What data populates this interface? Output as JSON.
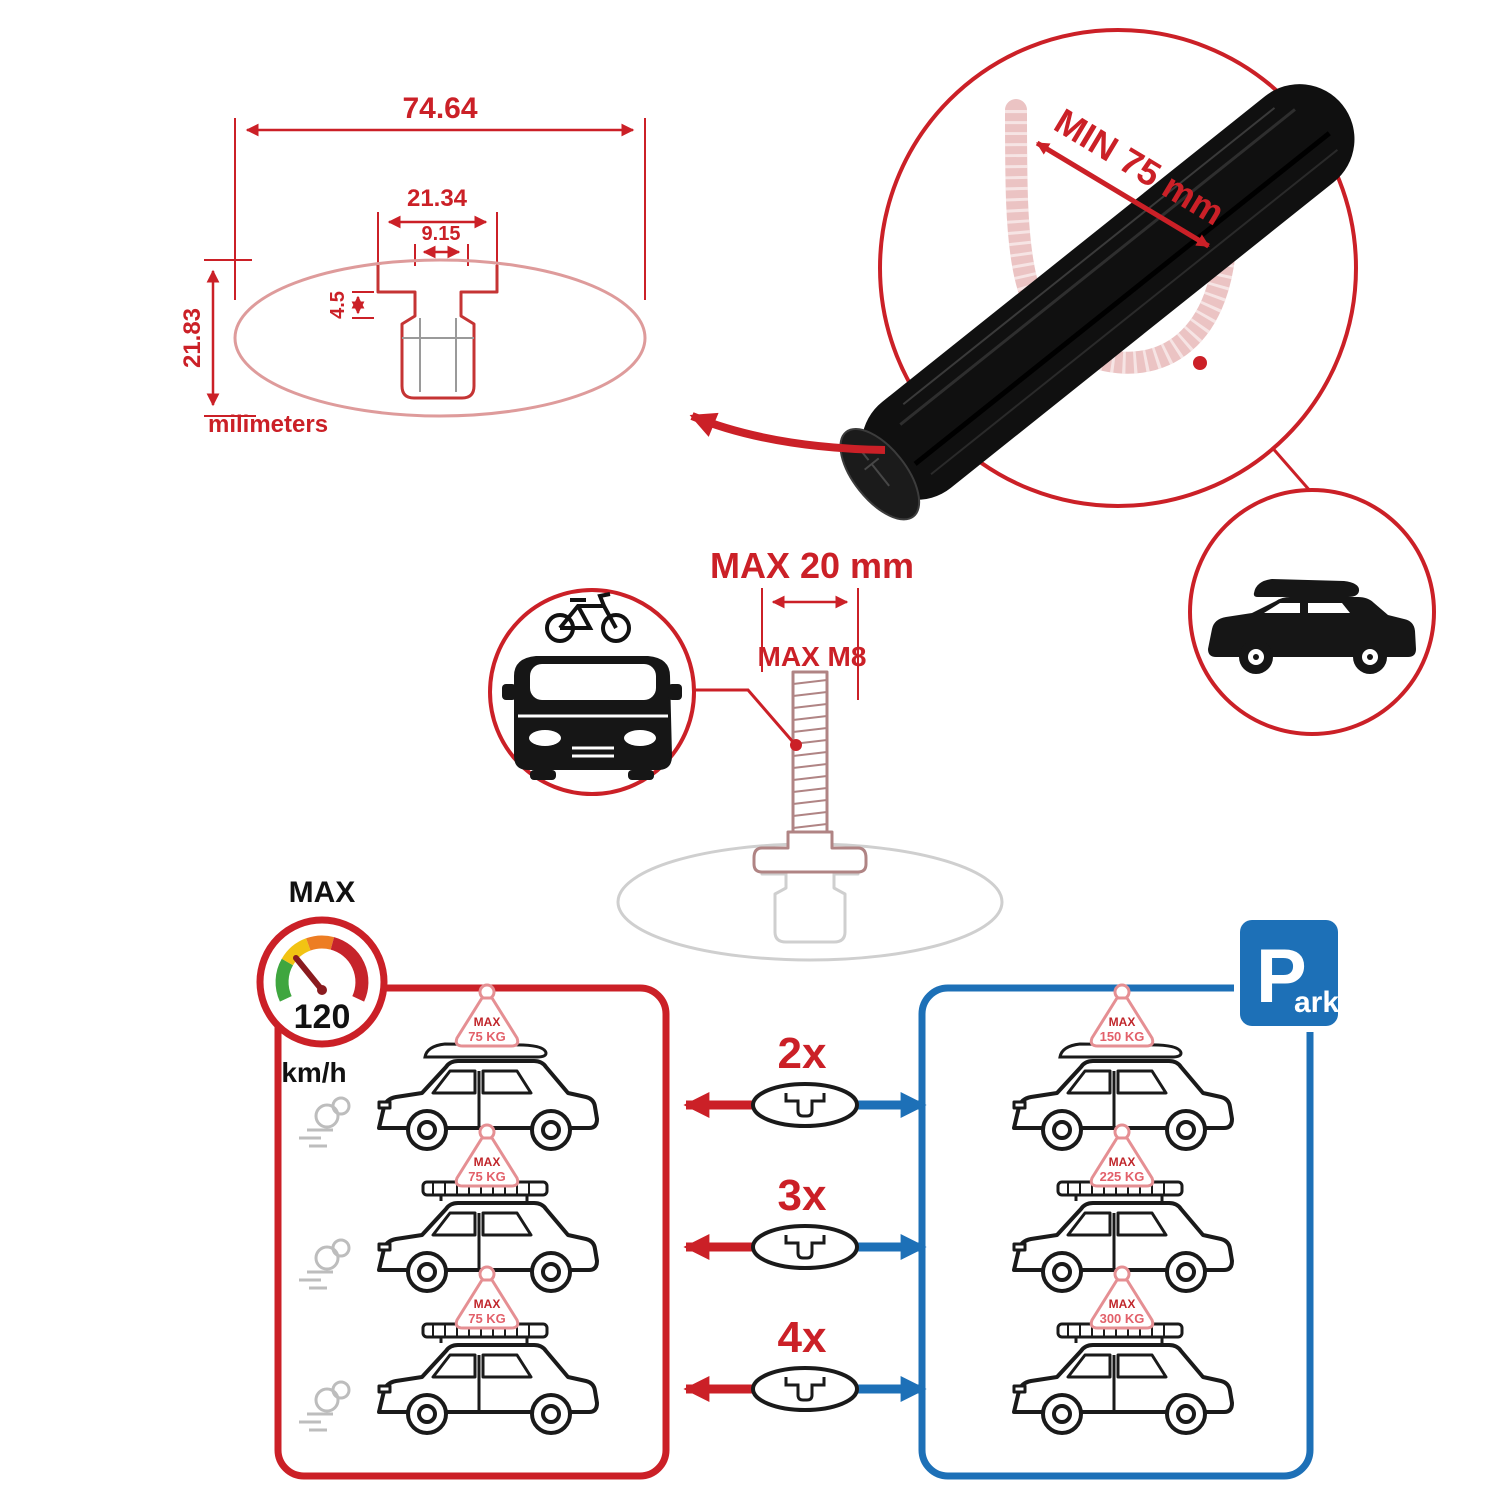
{
  "colors": {
    "red": "#CB2027",
    "light_red": "#EBC3C3",
    "blue": "#1D70B7",
    "black": "#111111",
    "ghost_gray": "#CFCFCF",
    "gauge_green": "#3FA63F",
    "gauge_yellow": "#F2C313",
    "gauge_orange": "#ED7D23",
    "gauge_red": "#C6242B"
  },
  "profile_drawing": {
    "dim_total_width": "74.64",
    "dim_outer_slot": "21.34",
    "dim_inner_slot": "9.15",
    "dim_lip_depth": "4.5",
    "dim_total_height": "21.83",
    "units": "milimeters"
  },
  "crossbar_detail": {
    "min_clamp_label": "MIN 75 mm"
  },
  "bolt_detail": {
    "max_width_label": "MAX 20 mm",
    "max_thread_label": "MAX M8"
  },
  "speed_limit": {
    "label": "MAX",
    "value": "120",
    "unit": "km/h"
  },
  "driving_panel": {
    "cars": [
      {
        "badge_title": "MAX",
        "badge_value": "75 KG"
      },
      {
        "badge_title": "MAX",
        "badge_value": "75 KG"
      },
      {
        "badge_title": "MAX",
        "badge_value": "75 KG"
      }
    ]
  },
  "multipliers": [
    {
      "label": "2x"
    },
    {
      "label": "3x"
    },
    {
      "label": "4x"
    }
  ],
  "parking_panel": {
    "sign_letter": "P",
    "sign_rest": "ark",
    "cars": [
      {
        "badge_title": "MAX",
        "badge_value": "150 KG"
      },
      {
        "badge_title": "MAX",
        "badge_value": "225 KG"
      },
      {
        "badge_title": "MAX",
        "badge_value": "300 KG"
      }
    ]
  }
}
